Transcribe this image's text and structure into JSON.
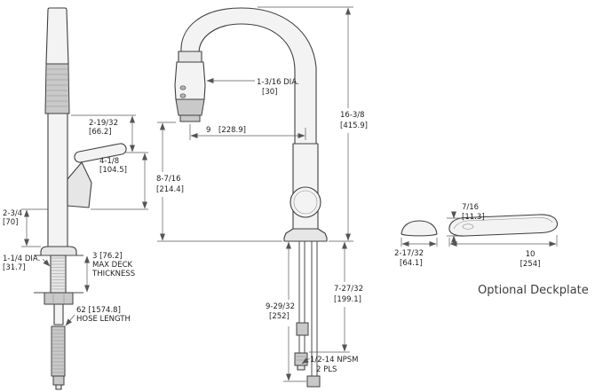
{
  "colors": {
    "linework": "#3f3f3f",
    "dimension": "#5a5a5a",
    "background": "#ffffff"
  },
  "side_view": {
    "handle_offset": "2-19/32",
    "handle_offset_mm": "[66.2]",
    "handle_height": "4-1/8",
    "handle_height_mm": "[104.5]",
    "body_height": "2-3/4",
    "body_height_mm": "[70]",
    "shank_dia": "1-1/4 DIA.",
    "shank_dia_mm": "[31.7]",
    "deck_thickness": "3 [76.2]",
    "deck_thickness_l2": "MAX DECK",
    "deck_thickness_l3": "THICKNESS",
    "hose_length": "62 [1574.8]",
    "hose_length_l2": "HOSE LENGTH"
  },
  "front_view": {
    "spout_dia": "1-3/16 DIA.",
    "spout_dia_mm": "[30]",
    "spout_reach": "9",
    "spout_reach_mm": "[228.9]",
    "overall_height": "16-3/8",
    "overall_height_mm": "[415.9]",
    "spout_clearance": "8-7/16",
    "spout_clearance_mm": "[214.4]",
    "hose_drop_long": "9-29/32",
    "hose_drop_long_mm": "[252]",
    "hose_drop_short": "7-27/32",
    "hose_drop_short_mm": "[199.1]",
    "thread_spec": "1/2-14 NPSM",
    "thread_spec_l2": "2 PLS"
  },
  "deckplate": {
    "thickness": "7/16",
    "thickness_mm": "[11.3]",
    "cap_width": "2-17/32",
    "cap_width_mm": "[64.1]",
    "plate_width": "10",
    "plate_width_mm": "[254]",
    "caption": "Optional Deckplate"
  }
}
